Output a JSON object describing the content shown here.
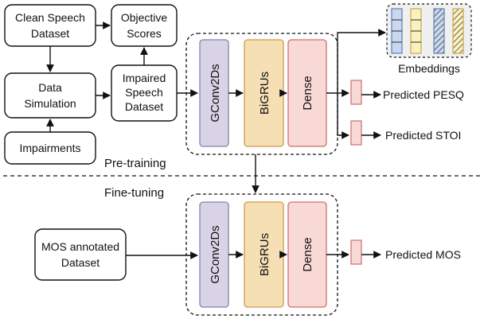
{
  "boxes": {
    "clean_speech_line1": "Clean Speech",
    "clean_speech_line2": "Dataset",
    "objective_line1": "Objective",
    "objective_line2": "Scores",
    "data_sim_line1": "Data",
    "data_sim_line2": "Simulation",
    "impaired_line1": "Impaired",
    "impaired_line2": "Speech",
    "impaired_line3": "Dataset",
    "impairments": "Impairments",
    "mos_line1": "MOS annotated",
    "mos_line2": "Dataset"
  },
  "model_top": {
    "gconv": "GConv2Ds",
    "bigru": "BiGRUs",
    "dense": "Dense"
  },
  "model_bottom": {
    "gconv": "GConv2Ds",
    "bigru": "BiGRUs",
    "dense": "Dense"
  },
  "outputs": {
    "embeddings": "Embeddings",
    "pesq": "Predicted PESQ",
    "stoi": "Predicted STOI",
    "mos": "Predicted MOS"
  },
  "stages": {
    "pretraining": "Pre-training",
    "finetuning": "Fine-tuning"
  },
  "colors": {
    "gconv_fill": "#d8d3e6",
    "gconv_stroke": "#8a82a8",
    "bigru_fill": "#f6dfb5",
    "bigru_stroke": "#cf9a4c",
    "dense_fill": "#f8d9d6",
    "dense_stroke": "#cf6f6a",
    "emb_blue_fill": "#c9d8ee",
    "emb_blue_stroke": "#5d7fb8",
    "emb_yellow_fill": "#faf0c0",
    "emb_yellow_stroke": "#c9ab4a",
    "emb_panel": "#f0f0f0"
  }
}
